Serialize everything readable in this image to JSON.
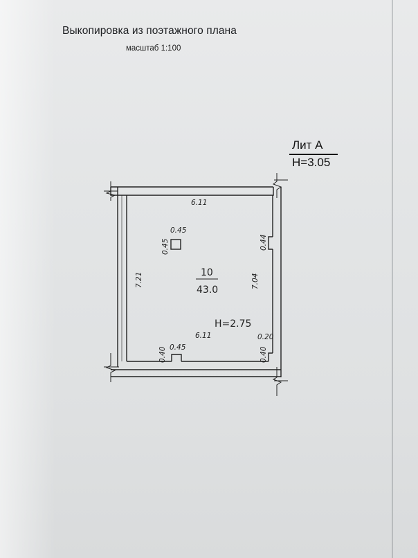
{
  "document": {
    "title": "Выкопировка из поэтажного плана",
    "scale_label": "масштаб 1:100",
    "lit_label": "Лит А",
    "lit_height": "H=3.05"
  },
  "plan": {
    "top_width": "6.11",
    "bottom_width": "6.11",
    "left_height": "7.21",
    "right_height": "7.04",
    "right_notch_top": "0.44",
    "column_width": "0.45",
    "column_height": "0.45",
    "bottom_notch_width": "0.45",
    "bottom_notch_height": "0.40",
    "corner_notch_width": "0.20",
    "corner_notch_height": "0.40",
    "room_number": "10",
    "room_area": "43.0",
    "room_height": "H=2.75"
  }
}
